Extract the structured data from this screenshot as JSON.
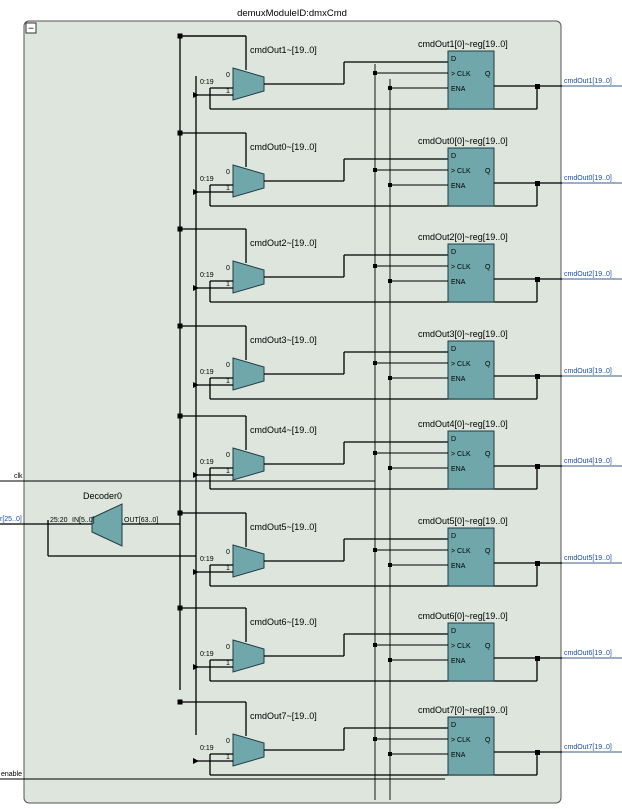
{
  "module_title": "demuxModuleID:dmxCmd",
  "collapse_glyph": "−",
  "decoder": {
    "name": "Decoder0",
    "in_bits": "25:20",
    "in_label": "IN[5..0]",
    "out_label": "OUT[63..0]"
  },
  "mux_pin_labels": {
    "sel": "0:19",
    "in0": "0",
    "in1": "1"
  },
  "reg_pin_labels": {
    "d": "D",
    "clk": "> CLK",
    "ena": "ENA",
    "q": "Q"
  },
  "inputs": {
    "clk": "clk",
    "cmd": "r[25..0]",
    "enable": "enable"
  },
  "rows": [
    {
      "mux": "cmdOut1~[19..0]",
      "reg": "cmdOut1[0]~reg[19..0]",
      "port": "cmdOut1[19..0]"
    },
    {
      "mux": "cmdOut0~[19..0]",
      "reg": "cmdOut0[0]~reg[19..0]",
      "port": "cmdOut0[19..0]"
    },
    {
      "mux": "cmdOut2~[19..0]",
      "reg": "cmdOut2[0]~reg[19..0]",
      "port": "cmdOut2[19..0]"
    },
    {
      "mux": "cmdOut3~[19..0]",
      "reg": "cmdOut3[0]~reg[19..0]",
      "port": "cmdOut3[19..0]"
    },
    {
      "mux": "cmdOut4~[19..0]",
      "reg": "cmdOut4[0]~reg[19..0]",
      "port": "cmdOut4[19..0]"
    },
    {
      "mux": "cmdOut5~[19..0]",
      "reg": "cmdOut5[0]~reg[19..0]",
      "port": "cmdOut5[19..0]"
    },
    {
      "mux": "cmdOut6~[19..0]",
      "reg": "cmdOut6[0]~reg[19..0]",
      "port": "cmdOut6[19..0]"
    },
    {
      "mux": "cmdOut7~[19..0]",
      "reg": "cmdOut7[0]~reg[19..0]",
      "port": "cmdOut7[19..0]"
    }
  ],
  "colors": {
    "module_fill": "#dde5dd",
    "block_fill": "#6fa7aa",
    "block_stroke": "#1f3b44",
    "port_text": "#1a4ea0"
  }
}
